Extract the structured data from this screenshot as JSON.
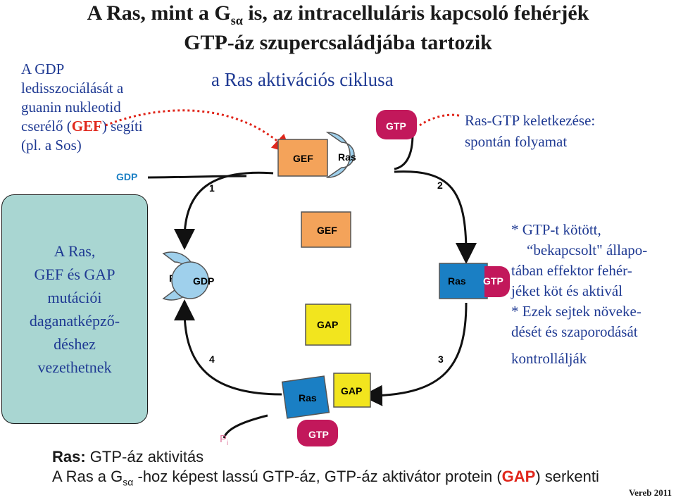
{
  "title": {
    "line1_a": "A Ras, mint a G",
    "line1_sub": "sα",
    "line1_b": " is, az intracelluláris kapcsoló fehérjék",
    "line2": "GTP-áz szupercsaládjába tartozik"
  },
  "side_note": {
    "l1": "A GDP",
    "l2": "ledisszociálását a",
    "l3": "guanin nukleotid",
    "l4_a": "cserélő (",
    "l4_gef": "GEF",
    "l4_b": ") segíti",
    "l5": "(pl. a Sos)"
  },
  "cycle_title": "a Ras aktivációs ciklusa",
  "ras_gtp_note": {
    "l1": "Ras-GTP keletkezése:",
    "l2": "spontán folyamat"
  },
  "mutation_box": {
    "l1": "A Ras,",
    "l2": "GEF és GAP",
    "l3": "mutációi",
    "l4": "daganatképző-",
    "l5": "déshez",
    "l6": "vezethetnek"
  },
  "effector_note": {
    "l1": "* GTP-t kötött,",
    "l2": "bekapcsolt\"  állapo-",
    "l3": "tában effektor fehér-",
    "l4": "jéket köt és aktivál",
    "l5": "* Ezek sejtek növeke-",
    "l6": "dését és szaporodását",
    "l7": "kontrollálják"
  },
  "diagram_labels": {
    "gef": "GEF",
    "gap": "GAP",
    "ras": "Ras",
    "gtp": "GTP",
    "gdp": "GDP",
    "pi": "P",
    "pi_sub": "i",
    "step1": "1",
    "step2": "2",
    "step3": "3",
    "step4": "4"
  },
  "footer": {
    "l1_bold": "Ras:",
    "l1_rest": " GTP-áz aktivitás",
    "l2_a": "A Ras a G",
    "l2_sub": "sα",
    "l2_b": " -hoz képest lassú GTP-áz, GTP-áz aktivátor protein (",
    "l2_gap": "GAP",
    "l2_c": ") serkenti"
  },
  "credit": "Vereb 2011",
  "colors": {
    "ras_light": "#9fd0ec",
    "ras_dark": "#1a7fc4",
    "gef": "#f4a35a",
    "gap": "#f2e51e",
    "gtp": "#c2185b",
    "text_blue": "#1f3a93",
    "accent_red": "#e0261b",
    "box": "#a9d6d2"
  }
}
